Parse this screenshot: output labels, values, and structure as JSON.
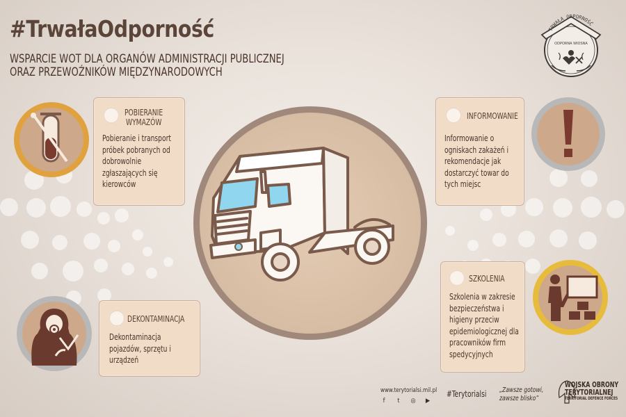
{
  "header": {
    "hashtag": "#TrwałaOdporność",
    "subtitle_line1": "WSPARCIE WOT DLA ORGANÓW ADMINISTRACJI PUBLICZNEJ",
    "subtitle_line2": "ORAZ PRZEWOŹNIKÓW MIĘDZYNARODOWYCH"
  },
  "badge": {
    "top_text": "TRWAŁA ODPORNOŚĆ",
    "inner_text": "ODPORNA WIOSNA"
  },
  "cards": {
    "swabs": {
      "title_line1": "POBIERANIE",
      "title_line2": "WYMAZÓW",
      "body": [
        "Pobieranie i transport",
        "próbek pobranych od",
        "dobrowolnie",
        "zgłaszających się",
        "kierowców"
      ]
    },
    "info": {
      "title": "INFORMOWANIE",
      "body": [
        "Informowanie o",
        "ogniskach zakażeń i",
        "rekomendacje jak",
        "dostarczyć towar do",
        "tych miejsc"
      ]
    },
    "decon": {
      "title": "DEKONTAMINACJA",
      "body": [
        "Dekontaminacja",
        "pojazdów, sprzętu i",
        "urządzeń"
      ]
    },
    "training": {
      "title": "SZKOLENIA",
      "body": [
        "Szkolenia w zakresie",
        "bezpieczeństwa i",
        "higieny przeciw",
        "epidemiologicznej dla",
        "pracowników firm",
        "spedycyjnych"
      ]
    }
  },
  "icons": {
    "swabs": "test-tube-swab-icon",
    "info": "exclamation-icon",
    "decon": "hazmat-suit-icon",
    "training": "teacher-board-icon",
    "center": "truck-icon"
  },
  "footer": {
    "website": "www.terytorialsi.mil.pl",
    "hashtag": "#Terytorialsi",
    "motto_line1": "„Zawsze gotowi,",
    "motto_line2": "zawsze blisko”",
    "logo_line1": "WOJSKA OBRONY",
    "logo_line2": "TERYTORIALNEJ",
    "logo_line3": "TERRITORIAL DEFENCE FORCES",
    "social": [
      "f",
      "t",
      "◎",
      "▶"
    ]
  },
  "colors": {
    "accent_dark": "#5b4539",
    "box_fill": "#f1dcc8",
    "ring_orange": "#e0a23f",
    "ring_silver": "#b8b8b8",
    "ring_gold": "#e7bb3b"
  }
}
